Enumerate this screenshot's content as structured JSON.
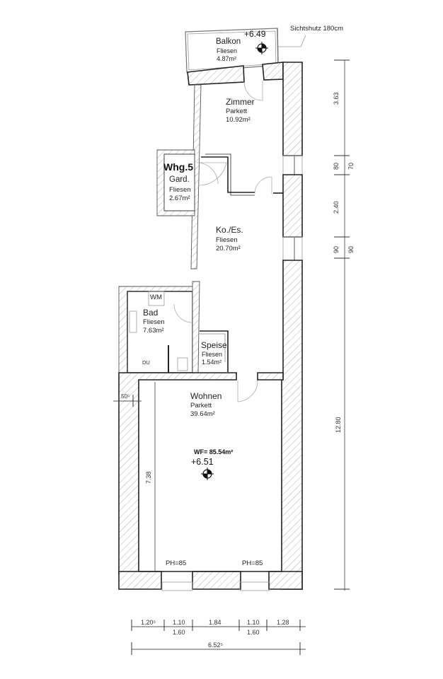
{
  "apartment": {
    "label": "Whg.5",
    "total_area": "WF= 85.54m²",
    "annotation_privacy": "Sichtshutz 180cm"
  },
  "rooms": {
    "balkon": {
      "name": "Balkon",
      "floor": "Fliesen",
      "area": "4.87m²",
      "level": "+6.49"
    },
    "zimmer": {
      "name": "Zimmer",
      "floor": "Parkett",
      "area": "10.92m²"
    },
    "gard": {
      "name": "Gard.",
      "floor": "Fliesen",
      "area": "2.67m²"
    },
    "koes": {
      "name": "Ko./Es.",
      "floor": "Fliesen",
      "area": "20.70m²"
    },
    "bad": {
      "name": "Bad",
      "floor": "Fliesen",
      "area": "7.63m²",
      "fixture_wm": "WM",
      "fixture_du": "DU"
    },
    "speise": {
      "name": "Speise",
      "floor": "Fliesen",
      "area": "1.54m²"
    },
    "wohnen": {
      "name": "Wohnen",
      "floor": "Parkett",
      "area": "39.64m²",
      "level": "+6.51"
    }
  },
  "windows": {
    "left": "PH=85",
    "right": "PH=85"
  },
  "dimensions": {
    "right_outer": [
      "3.63",
      "80",
      "2.40",
      "90",
      "12.80"
    ],
    "right_inner": [
      "70",
      "90"
    ],
    "left_wall": "50⁵",
    "wohnen_depth": "7.38",
    "bottom_row1": [
      "1.20⁵",
      "1.10",
      "1.84",
      "1.10",
      "1.28"
    ],
    "bottom_row2": [
      "1.60",
      "1.60"
    ],
    "bottom_total": "6.52⁵"
  }
}
